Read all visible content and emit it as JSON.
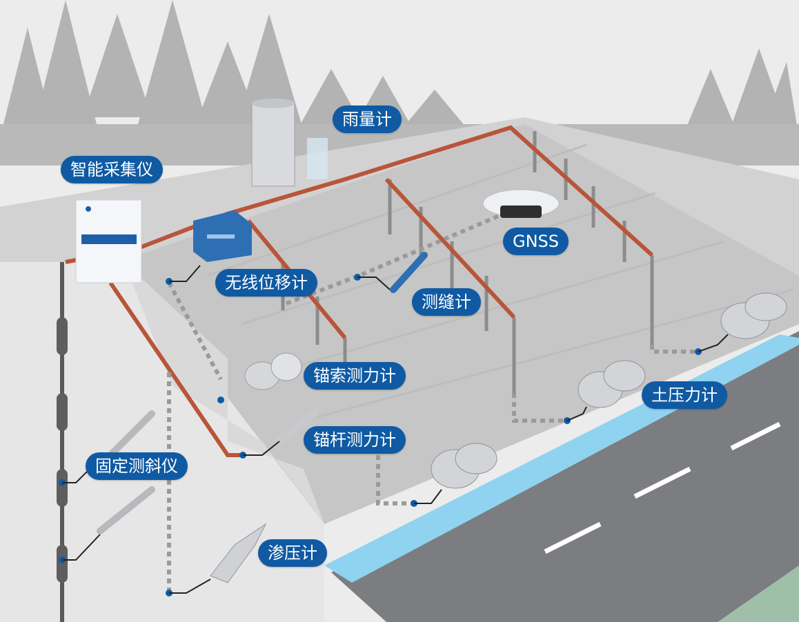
{
  "labels": {
    "rain_gauge": "雨量计",
    "collector": "智能采集仪",
    "wireless_displacement": "无线位移计",
    "gnss": "GNSS",
    "crack_meter": "测缝计",
    "anchor_cable_load": "锚索测力计",
    "soil_pressure": "土压力计",
    "anchor_rod_load": "锚杆测力计",
    "inclinometer": "固定测斜仪",
    "piezometer": "渗压计"
  },
  "colors": {
    "label_bg": "#0f5aa3",
    "cable": "#b8553a",
    "water": "#8fd3f0",
    "road": "#7b7d80",
    "slope": "#cfcfcf",
    "tree": "#a9a9a9"
  }
}
